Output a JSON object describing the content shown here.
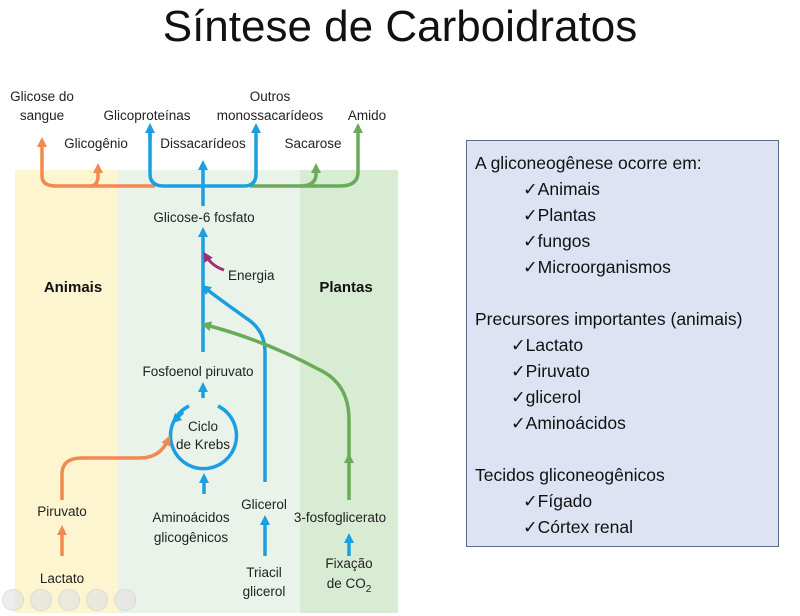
{
  "title": "Síntese de Carboidratos",
  "diagram": {
    "regions": {
      "animals": "Animais",
      "plants": "Plantas"
    },
    "top_row1": {
      "blood_glucose_line1": "Glicose do",
      "blood_glucose_line2": "sangue",
      "glycoproteins": "Glicoproteínas",
      "other_mono_line1": "Outros",
      "other_mono_line2": "monossacarídeos",
      "starch": "Amido"
    },
    "top_row2": {
      "glycogen": "Glicogênio",
      "disaccharides": "Dissacarídeos",
      "sucrose": "Sacarose"
    },
    "glucose6p": "Glicose-6 fosfato",
    "energy": "Energia",
    "pep": "Fosfoenol piruvato",
    "krebs_line1": "Ciclo",
    "krebs_line2": "de Krebs",
    "pyruvate": "Piruvato",
    "lactate": "Lactato",
    "amino_line1": "Aminoácidos",
    "amino_line2": "glicogênicos",
    "glycerol": "Glicerol",
    "triacyl_line1": "Triacil",
    "triacyl_line2": "glicerol",
    "phosphoglycerate": "3-fosfoglicerato",
    "co2_line1": "Fixação",
    "co2_line2_prefix": "de CO",
    "co2_sub": "2",
    "colors": {
      "orange": "#f08a50",
      "blue": "#1a9fe0",
      "green": "#6aab5a",
      "purple": "#a0307a",
      "animals_bg": "#fdf5cf",
      "middle_bg": "#eaf3ea",
      "plants_bg": "#d8ecd4"
    }
  },
  "panel": {
    "section1_title": "A gliconeogênese ocorre em:",
    "section1_items": [
      "✓Animais",
      "✓Plantas",
      "✓fungos",
      "✓Microorganismos"
    ],
    "section2_title": "Precursores importantes (animais)",
    "section2_items": [
      "✓Lactato",
      "✓Piruvato",
      "✓glicerol",
      "✓Aminoácidos"
    ],
    "section3_title": "Tecidos gliconeogênicos",
    "section3_items": [
      "✓Fígado",
      "✓Córtex renal"
    ]
  }
}
